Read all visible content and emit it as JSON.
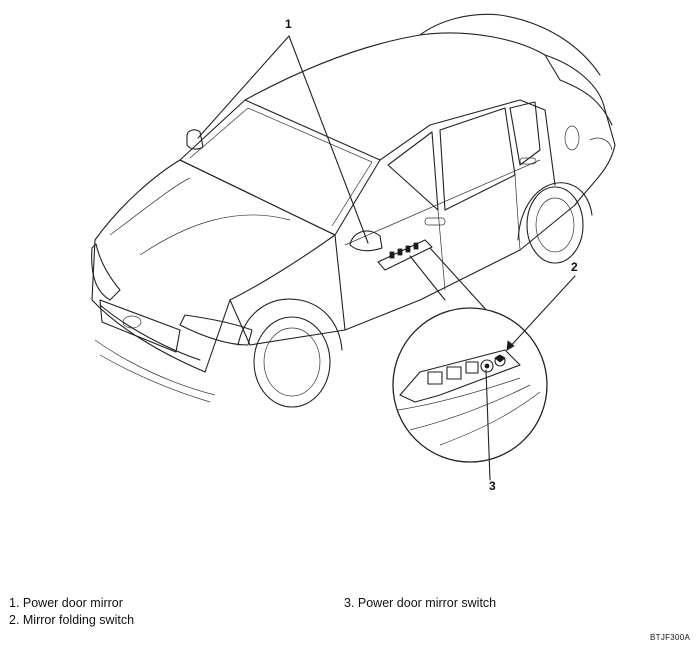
{
  "callouts": [
    {
      "number": "1"
    },
    {
      "number": "2"
    },
    {
      "number": "3"
    }
  ],
  "legend": [
    {
      "text": "1. Power door mirror"
    },
    {
      "text": "2. Mirror folding switch"
    },
    {
      "text": "3. Power door mirror switch"
    }
  ],
  "figure_code": "BTJF300A"
}
